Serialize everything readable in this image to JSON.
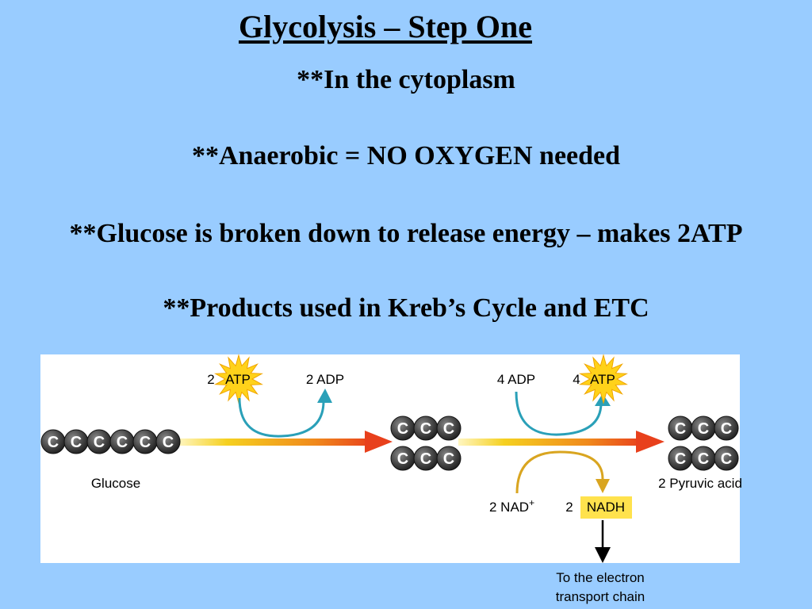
{
  "slide": {
    "title": "Glycolysis – Step One",
    "bullets": [
      "**In the cytoplasm",
      "**Anaerobic = NO OXYGEN needed",
      "**Glucose is broken down to release energy – makes 2ATP",
      "**Products used in Kreb’s Cycle and ETC"
    ]
  },
  "diagram": {
    "carbon_symbol": "C",
    "glucose_label": "Glucose",
    "pyruvic_label": "2 Pyruvic acid",
    "step1": {
      "in_count": "2",
      "in_molecule": "ATP",
      "out_label": "2 ADP"
    },
    "step2": {
      "in_label": "4 ADP",
      "out_count": "4",
      "out_molecule": "ATP",
      "nad_label": "2 NAD",
      "nad_sup": "+",
      "nadh_count": "2",
      "nadh_molecule": "NADH"
    },
    "etc_label_line1": "To the electron",
    "etc_label_line2": "transport chain",
    "colors": {
      "background": "#99ccff",
      "atp_star": "#ffd21a",
      "nadh_box": "#ffe24d",
      "teal_arrow": "#2aa0b8",
      "gold_arrow": "#d9a520",
      "main_arrow_start": "#f5d020",
      "main_arrow_end": "#e8401c"
    }
  }
}
